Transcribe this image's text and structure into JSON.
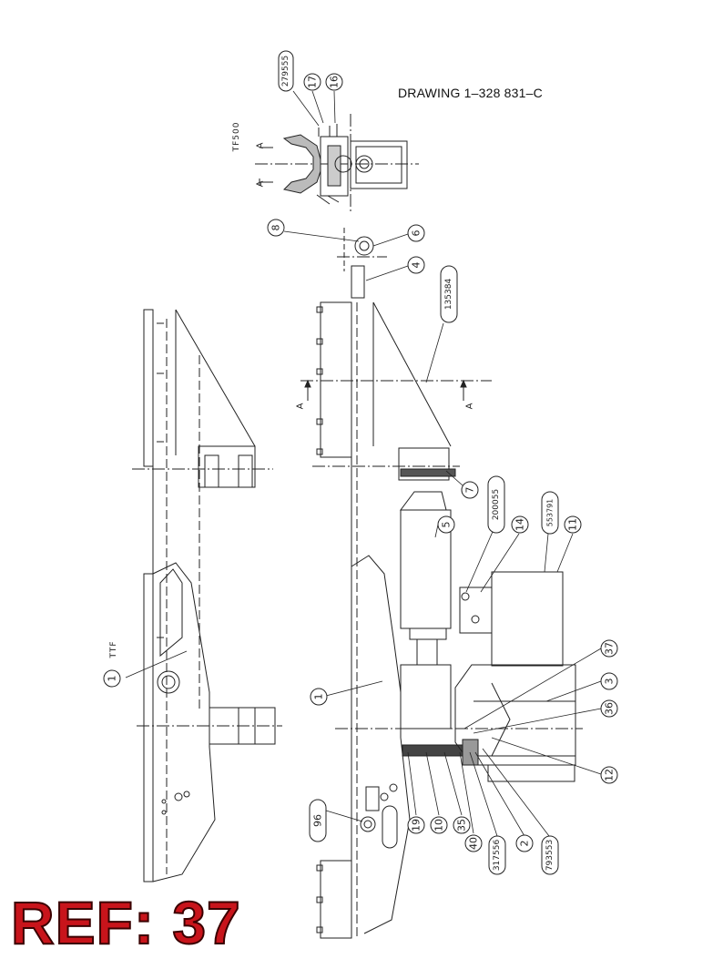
{
  "drawing_title": "DRAWING 1–328 831–C",
  "ref_label": "REF: 37",
  "rotated_labels": {
    "tf500": "TF500",
    "ttf": "TTF",
    "section_a_top_left": "A",
    "section_a_top_right": "A",
    "section_a_left": "A",
    "section_a_right": "A"
  },
  "callouts": {
    "c279555": "279555",
    "c17": "17",
    "c16": "16",
    "c8": "8",
    "c6a": "6",
    "c4": "4",
    "c135": "135384",
    "c7": "7",
    "c5": "5",
    "c20": "200055",
    "c14": "14",
    "c553": "553791",
    "c11": "11",
    "c37": "37",
    "c3": "3",
    "c36": "36",
    "c12": "12",
    "c1a": "1",
    "c1b": "1",
    "c96": "96",
    "c19": "19",
    "c10": "10",
    "c35": "35",
    "c40": "40",
    "c31": "317556",
    "c2": "2",
    "c79": "793553"
  }
}
